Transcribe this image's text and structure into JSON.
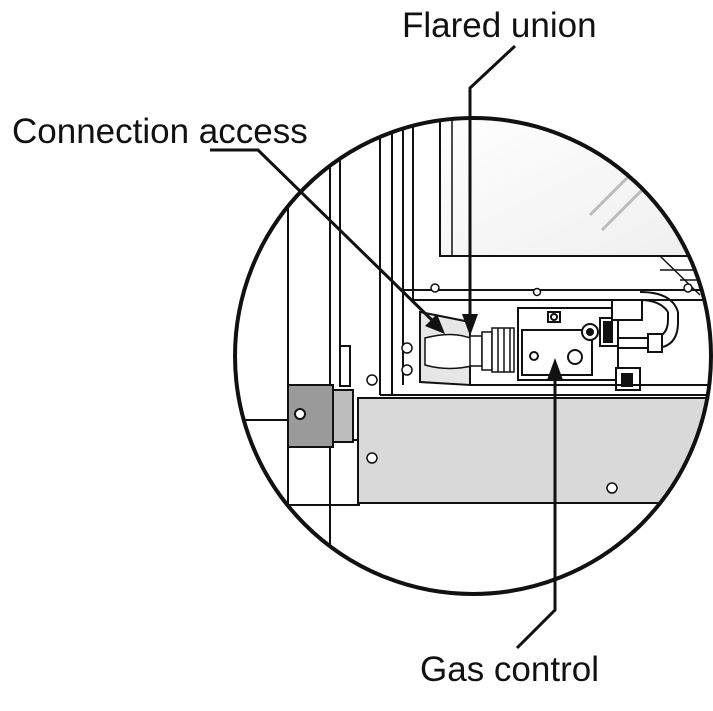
{
  "labels": {
    "flared_union": "Flared union",
    "connection_access": "Connection access",
    "gas_control": "Gas control"
  },
  "colors": {
    "line": "#111111",
    "panel_fill": "#d9d9d9",
    "panel_dark": "#9a9a9a",
    "background": "#ffffff"
  }
}
